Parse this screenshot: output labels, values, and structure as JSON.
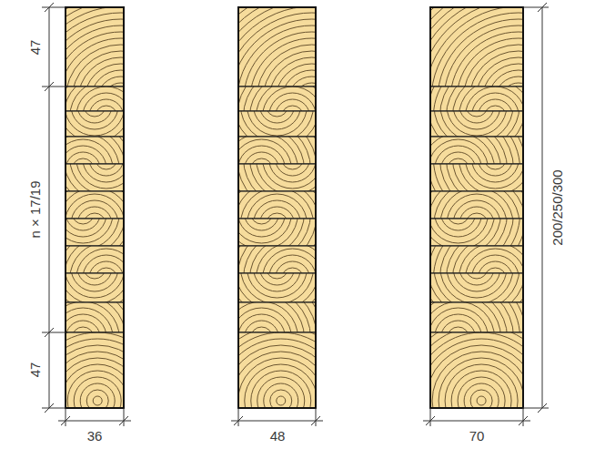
{
  "diagram": {
    "labels": [
      "47",
      "n × 17/19",
      "47",
      "36",
      "48",
      "70",
      "200/250/300"
    ]
  }
}
